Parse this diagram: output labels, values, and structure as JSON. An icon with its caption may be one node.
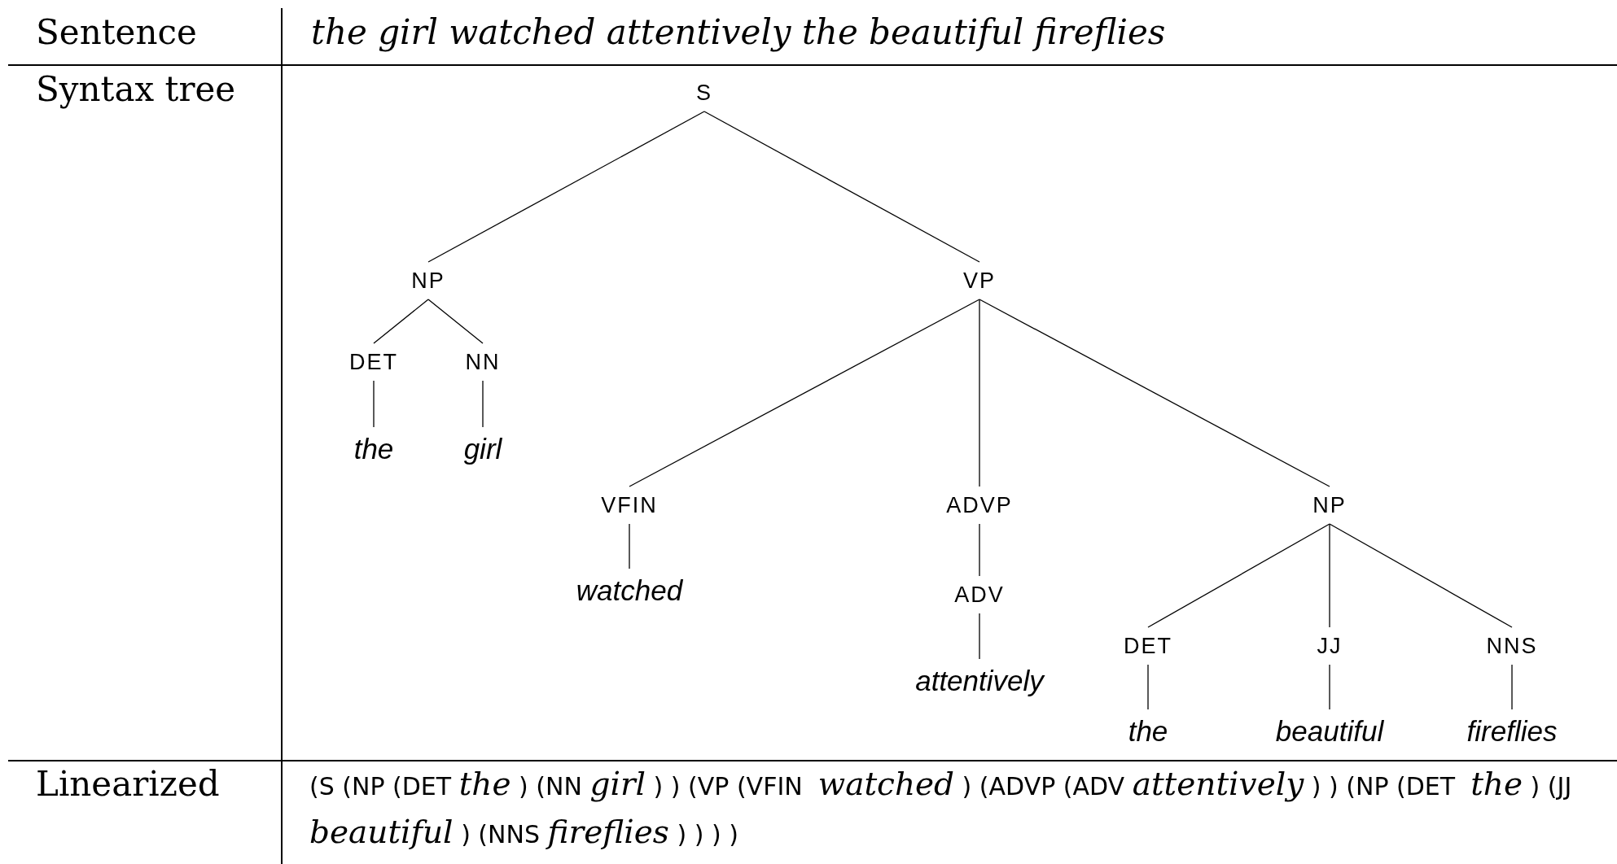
{
  "diagram": {
    "nodes": [
      {
        "text": [
          "S"
        ]
      },
      {
        "text": [
          "NP"
        ]
      },
      {
        "text": [
          "VP"
        ]
      },
      {
        "text": [
          "DET"
        ]
      },
      {
        "text": [
          "NN"
        ]
      },
      {
        "text": [
          "the"
        ]
      },
      {
        "text": [
          "girl"
        ]
      },
      {
        "text": [
          "VFIN"
        ]
      },
      {
        "text": [
          "ADVP"
        ]
      },
      {
        "text": [
          "NP"
        ]
      },
      {
        "text": [
          "watched"
        ]
      },
      {
        "text": [
          "ADV"
        ]
      },
      {
        "text": [
          "DET"
        ]
      },
      {
        "text": [
          "JJ"
        ]
      },
      {
        "text": [
          "NNS"
        ]
      },
      {
        "text": [
          "attentively"
        ]
      },
      {
        "text": [
          "the"
        ]
      },
      {
        "text": [
          "beautiful"
        ]
      },
      {
        "text": [
          "fireflies"
        ]
      }
    ],
    "edges": [
      {
        "from": 0,
        "to": 1,
        "arrow": "none"
      },
      {
        "from": 0,
        "to": 2,
        "arrow": "none"
      },
      {
        "from": 1,
        "to": 3,
        "arrow": "none"
      },
      {
        "from": 1,
        "to": 4,
        "arrow": "none"
      },
      {
        "from": 3,
        "to": 5,
        "arrow": "none"
      },
      {
        "from": 4,
        "to": 6,
        "arrow": "none"
      },
      {
        "from": 2,
        "to": 7,
        "arrow": "none"
      },
      {
        "from": 2,
        "to": 8,
        "arrow": "none"
      },
      {
        "from": 2,
        "to": 9,
        "arrow": "none"
      },
      {
        "from": 7,
        "to": 10,
        "arrow": "none"
      },
      {
        "from": 8,
        "to": 11,
        "arrow": "none"
      },
      {
        "from": 11,
        "to": 15,
        "arrow": "none"
      },
      {
        "from": 9,
        "to": 12,
        "arrow": "none"
      },
      {
        "from": 9,
        "to": 13,
        "arrow": "none"
      },
      {
        "from": 9,
        "to": 14,
        "arrow": "none"
      },
      {
        "from": 12,
        "to": 16,
        "arrow": "none"
      },
      {
        "from": 13,
        "to": 17,
        "arrow": "none"
      },
      {
        "from": 14,
        "to": 18,
        "arrow": "none"
      }
    ],
    "labels": [
      "Sentence",
      "the girl watched attentively the beautiful fireflies",
      "Syntax tree",
      "Linearized",
      "(S (NP (DET *the* ) (NN *girl* ) ) (VP (VFIN  *watched* ) (ADVP (ADV *attentively* ) ) (NP (DET  *the* ) (JJ *beautiful* ) (NNS *fireflies* ) ) ) )"
    ]
  }
}
